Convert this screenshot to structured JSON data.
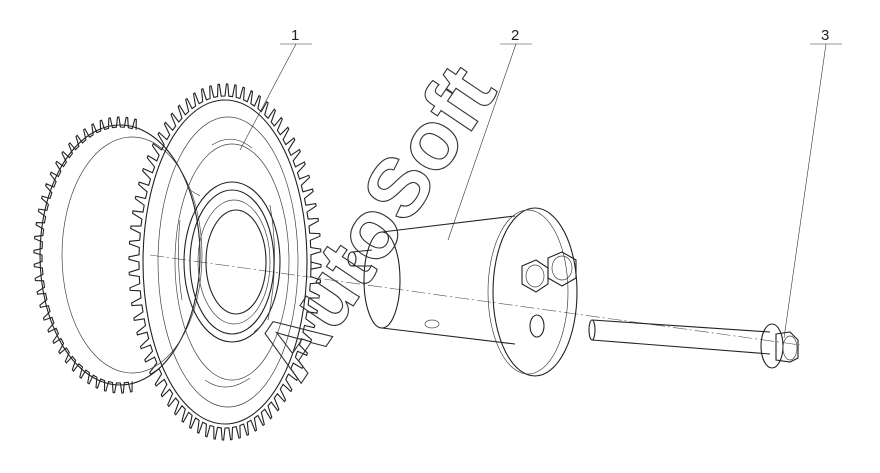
{
  "figure": {
    "callouts": [
      {
        "label": "1"
      },
      {
        "label": "2"
      },
      {
        "label": "3"
      }
    ],
    "watermark": "AutoSoft"
  }
}
